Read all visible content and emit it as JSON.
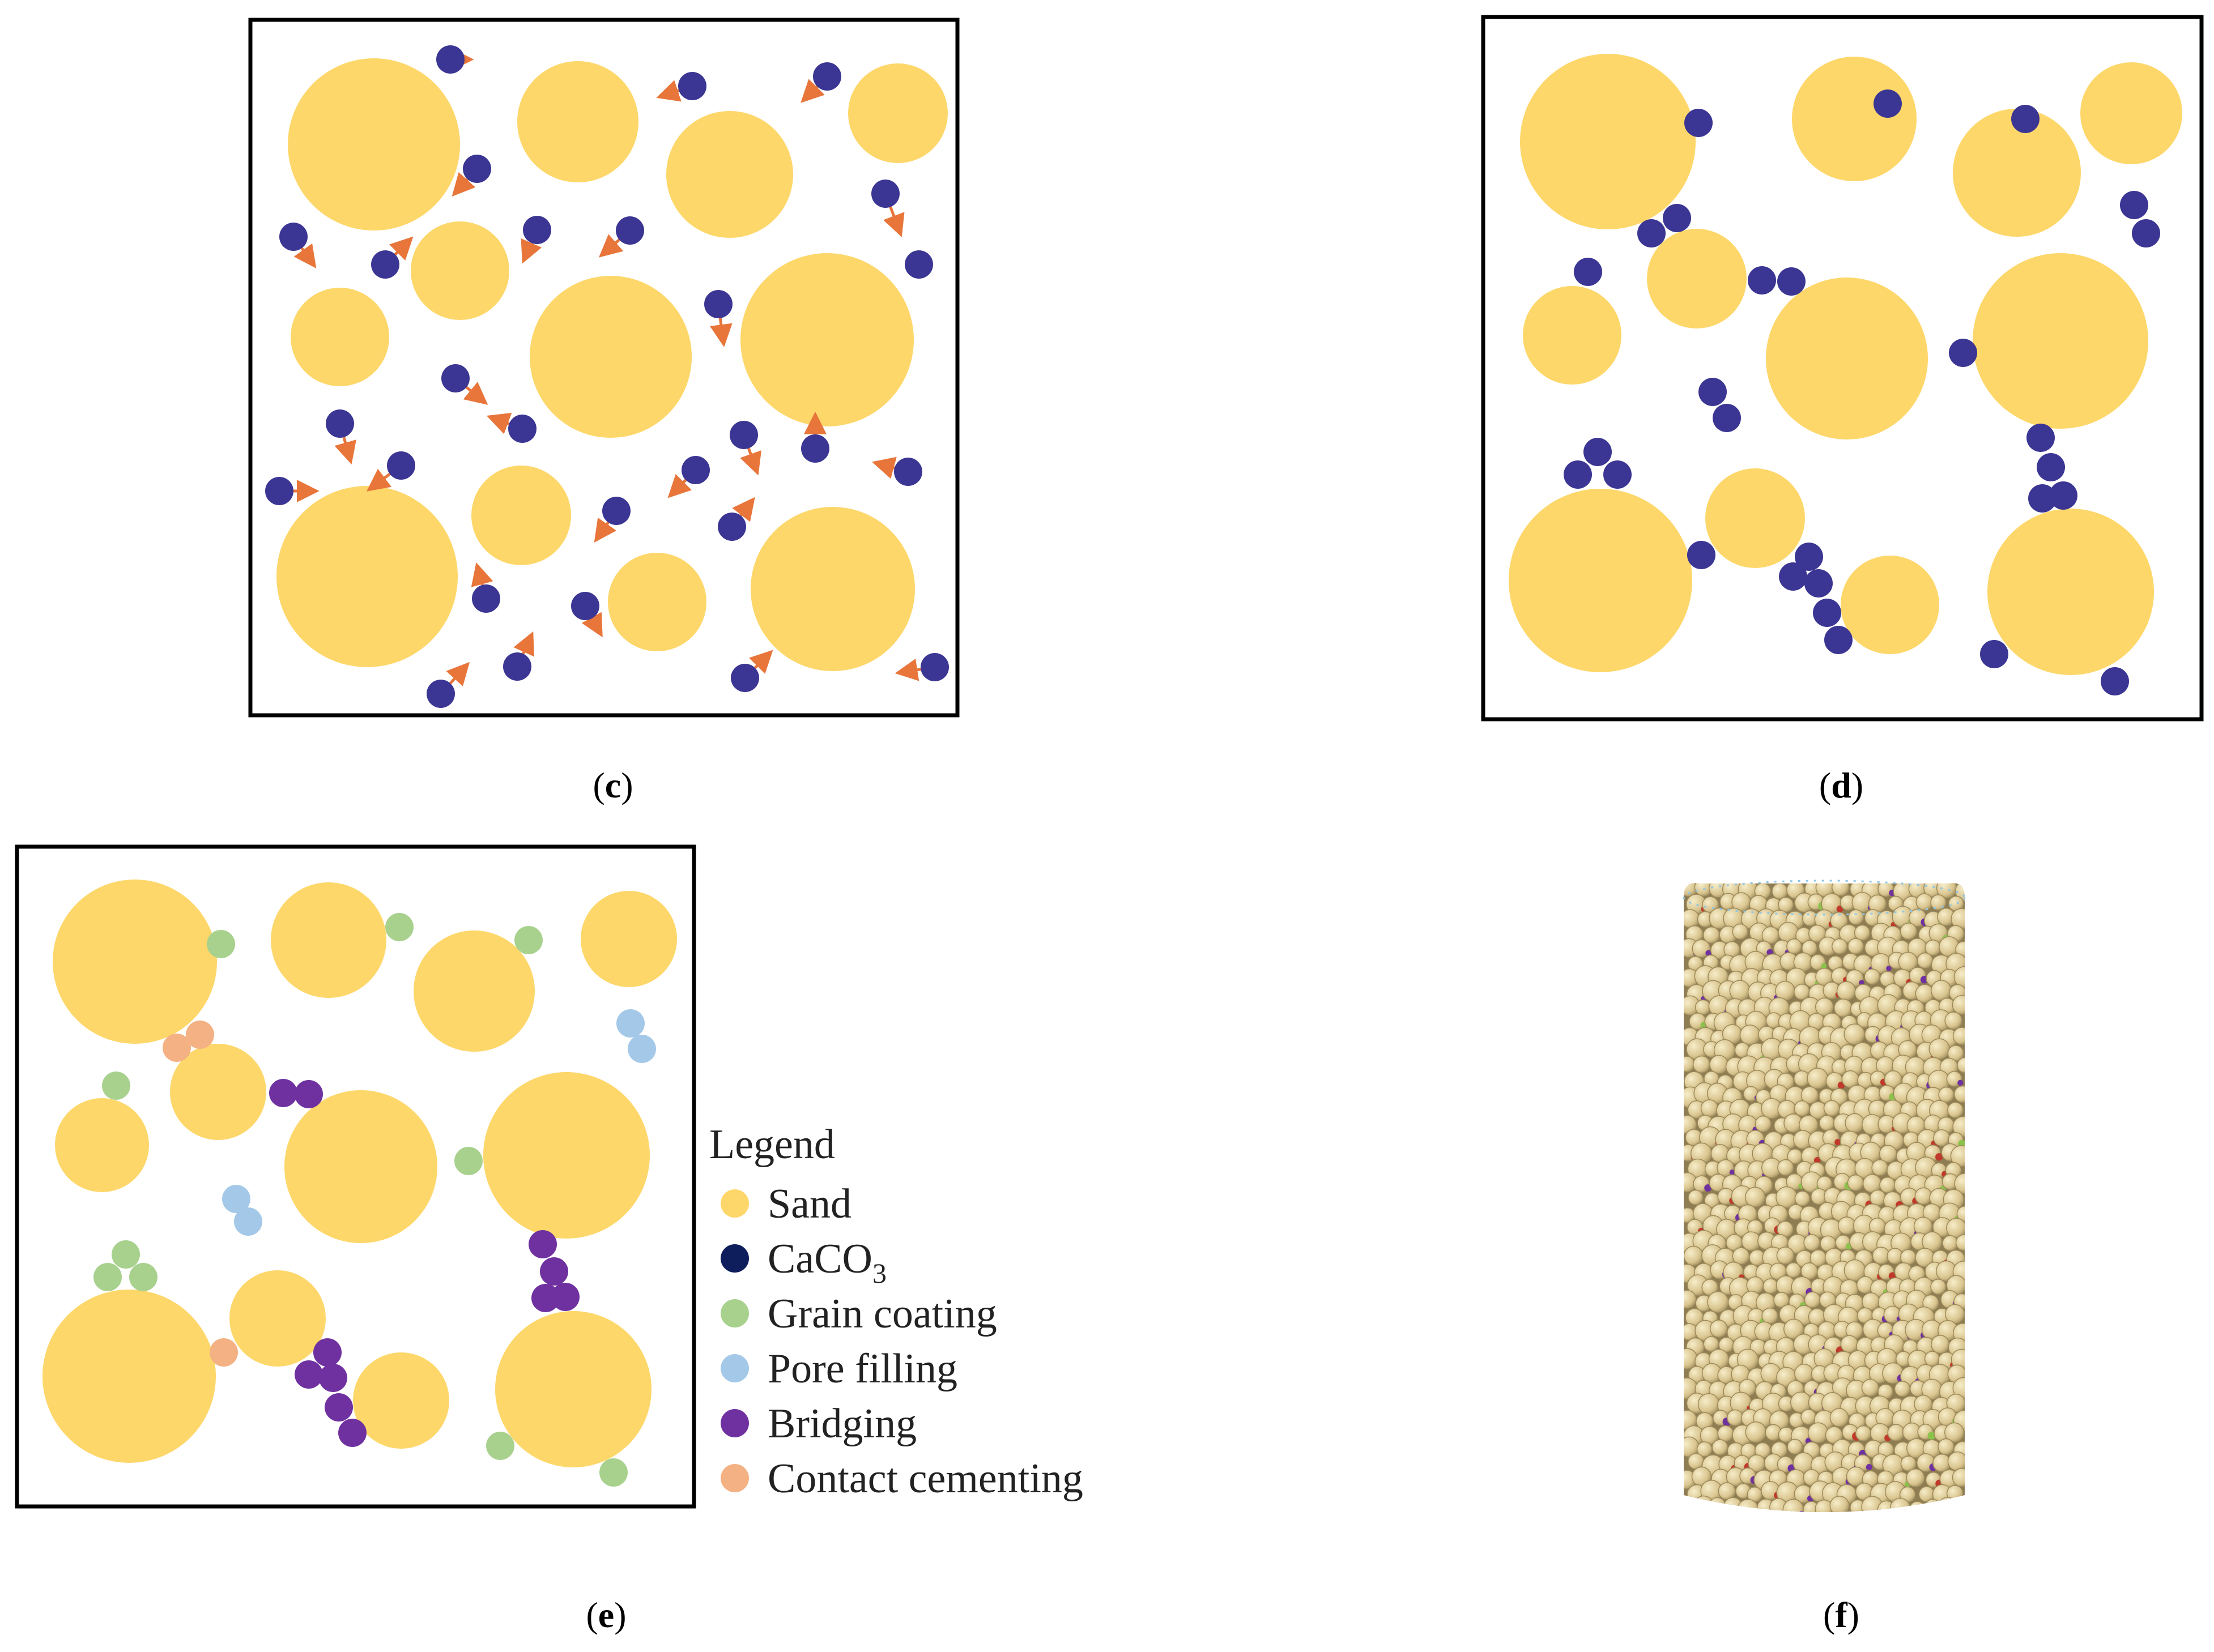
{
  "colors": {
    "sand": "#FDD76A",
    "caco3_particle": "#3B3593",
    "arrow": "#E8753A",
    "caco3_legend": "#0E1D5C",
    "grain_coating": "#A8D18D",
    "pore_filling": "#A4C8E8",
    "bridging": "#7031A0",
    "contact_cementing": "#F4B183",
    "frame": "#000000"
  },
  "panels": {
    "c": {
      "label_open": "(",
      "label_letter": "c",
      "label_close": ")"
    },
    "d": {
      "label_open": "(",
      "label_letter": "d",
      "label_close": ")"
    },
    "e": {
      "label_open": "(",
      "label_letter": "e",
      "label_close": ")"
    },
    "f": {
      "label_open": "(",
      "label_letter": "f",
      "label_close": ")"
    }
  },
  "legend": {
    "title": "Legend",
    "items": [
      {
        "key": "sand",
        "label": "Sand",
        "color": "#FDD76A"
      },
      {
        "key": "caco3",
        "label": "CaCO",
        "subscript": "3",
        "color": "#0E1D5C"
      },
      {
        "key": "grain_coating",
        "label": "Grain coating",
        "color": "#A8D18D"
      },
      {
        "key": "pore_filling",
        "label": "Pore filling",
        "color": "#A4C8E8"
      },
      {
        "key": "bridging",
        "label": "Bridging",
        "color": "#7031A0"
      },
      {
        "key": "contact_cementing",
        "label": "Contact cementing",
        "color": "#F4B183"
      }
    ]
  }
}
